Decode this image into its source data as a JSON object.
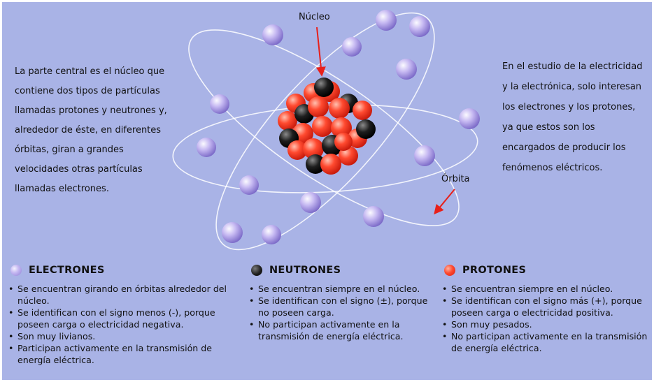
{
  "labels": {
    "nucleus": "Núcleo",
    "orbit": "Órbita"
  },
  "intro_left": "La parte central es el núcleo que contiene dos tipos de partículas llamadas protones y neutrones y, alrededor de éste, en diferentes órbitas, giran a grandes velocidades otras partículas llamadas electrones.",
  "intro_right": "En el estudio de la electricidad y la electrónica, solo interesan los electrones y los protones, ya que estos son los encargados de producir los fenómenos eléctricos.",
  "columns": [
    {
      "title": "ELECTRONES",
      "icon": "electron-sphere-icon",
      "color": "#c6b9f2",
      "items": [
        "Se encuentran girando en órbitas alrededor del núcleo.",
        "Se identifican con el signo menos (-), porque poseen carga o electricidad negativa.",
        "Son muy livianos.",
        "Participan activamente en la transmisión de energía eléctrica."
      ]
    },
    {
      "title": "NEUTRONES",
      "icon": "neutron-sphere-icon",
      "color": "#1a1a1a",
      "items": [
        "Se encuentran siempre en el núcleo.",
        "Se identifican con el signo (±), porque no poseen carga.",
        "No participan activamente en la transmisión de energía eléctrica."
      ]
    },
    {
      "title": "PROTONES",
      "icon": "proton-sphere-icon",
      "color": "#ff3d26",
      "items": [
        "Se encuentran siempre en el núcleo.",
        "Se identifican con el signo más (+), porque poseen carga o electricidad positiva.",
        "Son muy pesados.",
        "No participan activamente en la transmisión de energía eléctrica."
      ]
    }
  ],
  "colors": {
    "background": "#a9b3e6",
    "orbit_line": "#ffffff",
    "arrow": "#e8201a",
    "electron": "#c6b9f2",
    "proton": "#ff3d26",
    "neutron": "#1a1a1a"
  }
}
